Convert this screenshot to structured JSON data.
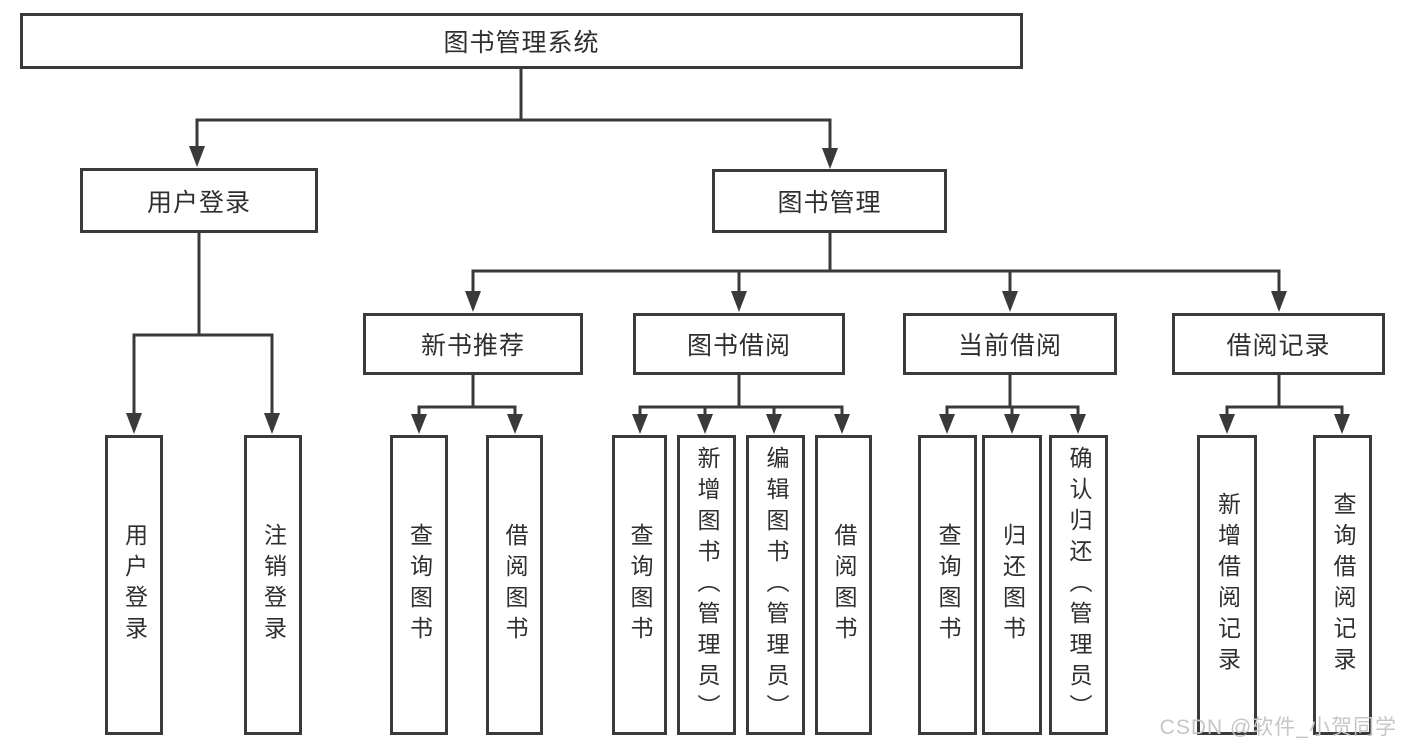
{
  "diagram_title": "图书管理系统",
  "watermark": {
    "text": "CSDN @软件_小贺同学"
  },
  "colors": {
    "line": "#3a3a3a",
    "box_border": "#3a3a3a",
    "box_fill": "#ffffff",
    "text": "#2f2f2f",
    "watermark": "#c6c6c6",
    "background": "#ffffff"
  },
  "tree": {
    "label": "图书管理系统",
    "children": [
      {
        "label": "用户登录",
        "children": [
          {
            "label": "用户登录"
          },
          {
            "label": "注销登录"
          }
        ]
      },
      {
        "label": "图书管理",
        "children": [
          {
            "label": "新书推荐",
            "children": [
              {
                "label": "查询图书"
              },
              {
                "label": "借阅图书"
              }
            ]
          },
          {
            "label": "图书借阅",
            "children": [
              {
                "label": "查询图书"
              },
              {
                "label": "新增图书（管理员）"
              },
              {
                "label": "编辑图书（管理员）"
              },
              {
                "label": "借阅图书"
              }
            ]
          },
          {
            "label": "当前借阅",
            "children": [
              {
                "label": "查询图书"
              },
              {
                "label": "归还图书"
              },
              {
                "label": "确认归还（管理员）"
              }
            ]
          },
          {
            "label": "借阅记录",
            "children": [
              {
                "label": "新增借阅记录"
              },
              {
                "label": "查询借阅记录"
              }
            ]
          }
        ]
      }
    ]
  }
}
